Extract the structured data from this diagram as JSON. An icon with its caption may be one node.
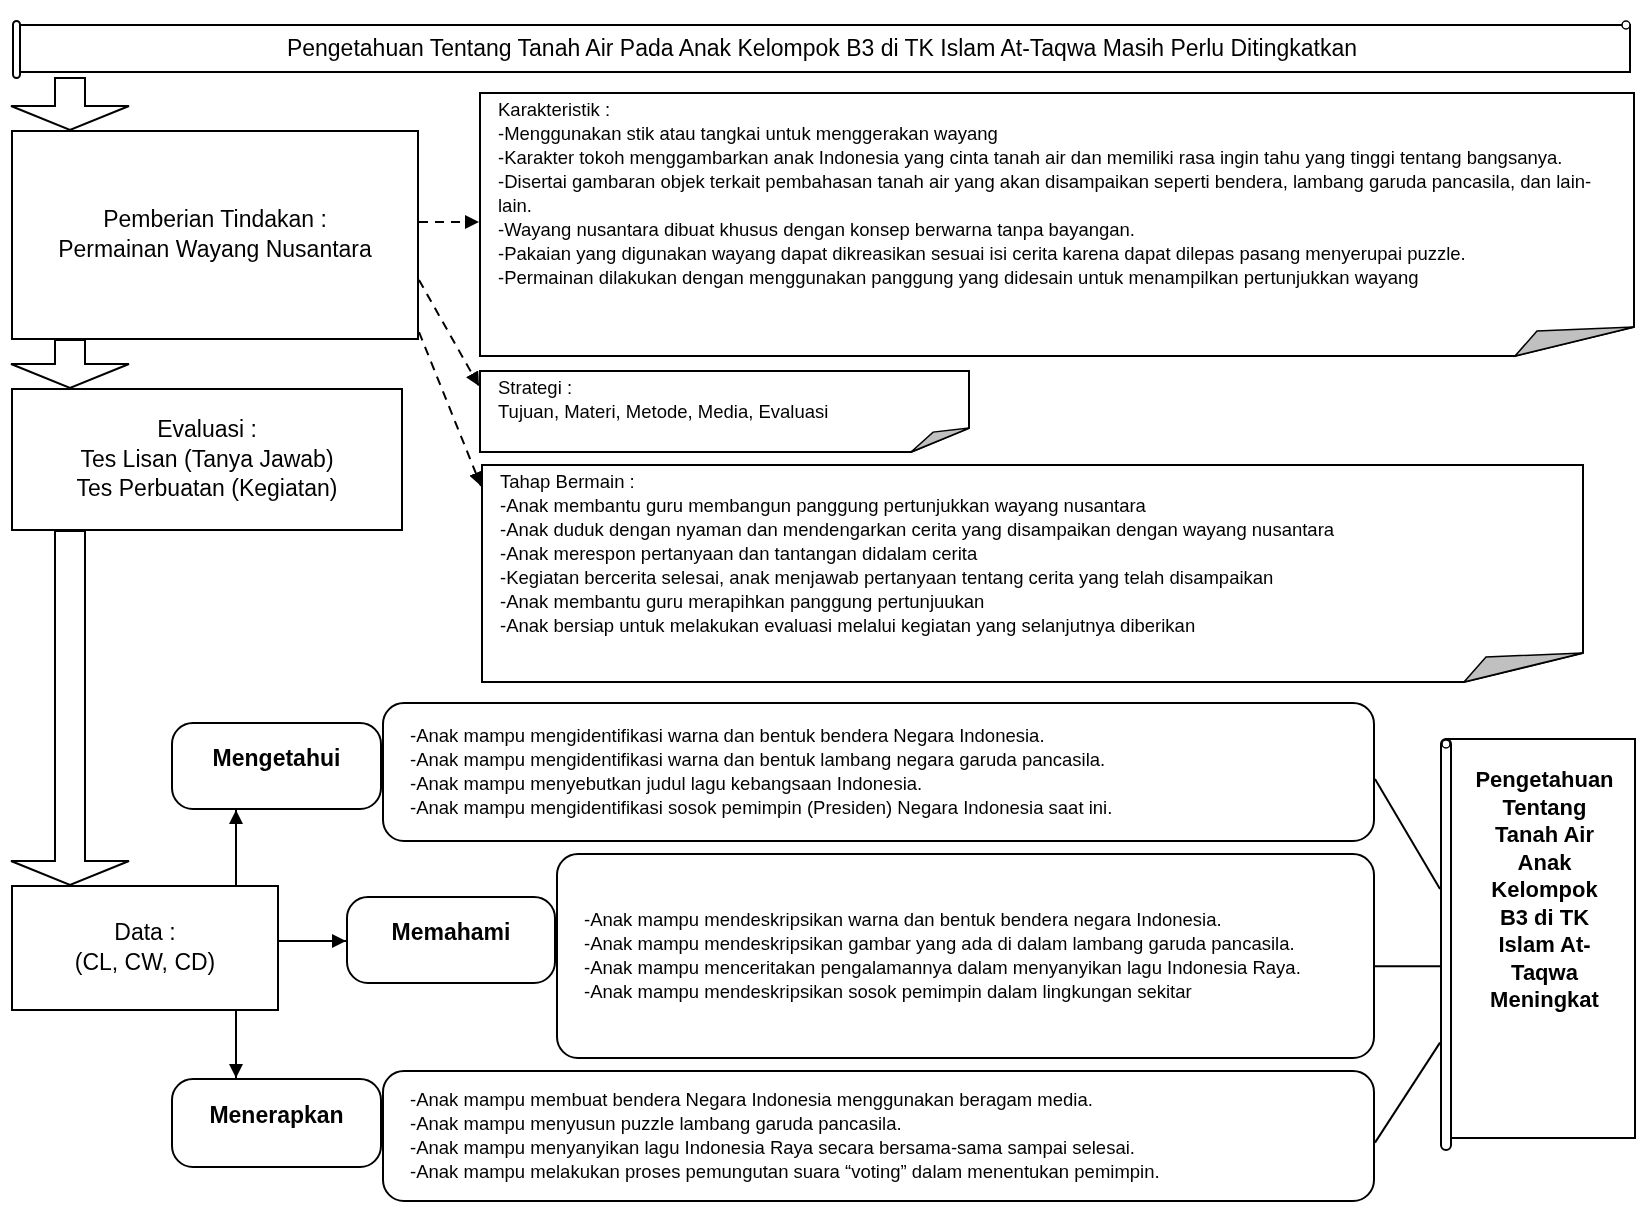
{
  "diagram": {
    "nodes": [
      {
        "text": [
          "Pengetahuan Tentang Tanah Air Pada Anak Kelompok B3 di TK Islam At-Taqwa Masih Perlu Ditingkatkan"
        ]
      },
      {
        "text": [
          "Pemberian Tindakan :",
          "Permainan Wayang Nusantara"
        ]
      },
      {
        "text": [
          "Evaluasi :",
          "Tes Lisan (Tanya Jawab)",
          "Tes Perbuatan (Kegiatan)"
        ]
      },
      {
        "text": [
          "Karakteristik :",
          "-Menggunakan stik atau tangkai untuk menggerakan wayang",
          "-Karakter tokoh menggambarkan anak Indonesia yang cinta tanah air dan memiliki rasa ingin tahu yang tinggi tentang bangsanya.",
          "-Disertai gambaran objek terkait pembahasan tanah air yang akan disampaikan seperti bendera, lambang garuda pancasila, dan lain-lain.",
          "-Wayang nusantara dibuat khusus dengan konsep berwarna tanpa bayangan.",
          "-Pakaian yang digunakan wayang dapat dikreasikan sesuai isi cerita karena dapat dilepas pasang menyerupai puzzle.",
          "-Permainan dilakukan dengan menggunakan panggung yang didesain untuk menampilkan pertunjukkan wayang"
        ]
      },
      {
        "text": [
          "Strategi :",
          "Tujuan, Materi, Metode, Media, Evaluasi"
        ]
      },
      {
        "text": [
          "Tahap Bermain :",
          "-Anak membantu guru membangun panggung pertunjukkan wayang nusantara",
          "-Anak duduk dengan nyaman dan mendengarkan cerita yang disampaikan dengan wayang nusantara",
          "-Anak merespon pertanyaan dan tantangan didalam cerita",
          "-Kegiatan bercerita selesai, anak menjawab pertanyaan tentang cerita yang telah disampaikan",
          "-Anak membantu guru merapihkan panggung pertunjuukan",
          "-Anak bersiap untuk melakukan evaluasi melalui kegiatan yang selanjutnya diberikan"
        ]
      },
      {
        "text": [
          "Data :",
          "(CL, CW, CD)"
        ]
      },
      {
        "text": [
          "Mengetahui"
        ]
      },
      {
        "text": [
          "Memahami"
        ]
      },
      {
        "text": [
          "Menerapkan"
        ]
      },
      {
        "text": [
          "-Anak mampu mengidentifikasi warna dan bentuk bendera Negara Indonesia.",
          "-Anak mampu mengidentifikasi warna dan bentuk lambang negara garuda pancasila.",
          "-Anak mampu menyebutkan judul lagu kebangsaan Indonesia.",
          "-Anak mampu mengidentifikasi sosok pemimpin (Presiden) Negara Indonesia saat ini."
        ]
      },
      {
        "text": [
          "-Anak mampu mendeskripsikan warna dan bentuk bendera negara Indonesia.",
          "-Anak mampu mendeskripsikan gambar yang ada di dalam lambang garuda pancasila.",
          "-Anak mampu menceritakan pengalamannya dalam menyanyikan lagu Indonesia Raya.",
          "-Anak mampu mendeskripsikan sosok pemimpin dalam lingkungan sekitar"
        ]
      },
      {
        "text": [
          "-Anak mampu membuat bendera Negara Indonesia menggunakan beragam media.",
          "-Anak mampu menyusun puzzle lambang garuda pancasila.",
          "-Anak mampu menyanyikan lagu Indonesia Raya secara bersama-sama sampai selesai.",
          "-Anak mampu melakukan proses pemungutan suara “voting” dalam menentukan pemimpin."
        ]
      },
      {
        "text": [
          "Pengetahuan Tentang Tanah Air Anak Kelompok B3 di TK Islam At-Taqwa Meningkat"
        ]
      }
    ],
    "edges": [
      {
        "from": 0,
        "to": 1,
        "arrow": "to",
        "style": "thick"
      },
      {
        "from": 1,
        "to": 2,
        "arrow": "to",
        "style": "thick"
      },
      {
        "from": 2,
        "to": 6,
        "arrow": "to",
        "style": "thick"
      },
      {
        "from": 1,
        "to": 3,
        "arrow": "to",
        "style": "dashed"
      },
      {
        "from": 1,
        "to": 4,
        "arrow": "to",
        "style": "dashed"
      },
      {
        "from": 1,
        "to": 5,
        "arrow": "to",
        "style": "dashed"
      },
      {
        "from": 6,
        "to": 7,
        "arrow": "to"
      },
      {
        "from": 6,
        "to": 8,
        "arrow": "to"
      },
      {
        "from": 6,
        "to": 9,
        "arrow": "to"
      },
      {
        "from": 10,
        "to": 13,
        "arrow": "none"
      },
      {
        "from": 11,
        "to": 13,
        "arrow": "none"
      },
      {
        "from": 12,
        "to": 13,
        "arrow": "none"
      }
    ]
  }
}
